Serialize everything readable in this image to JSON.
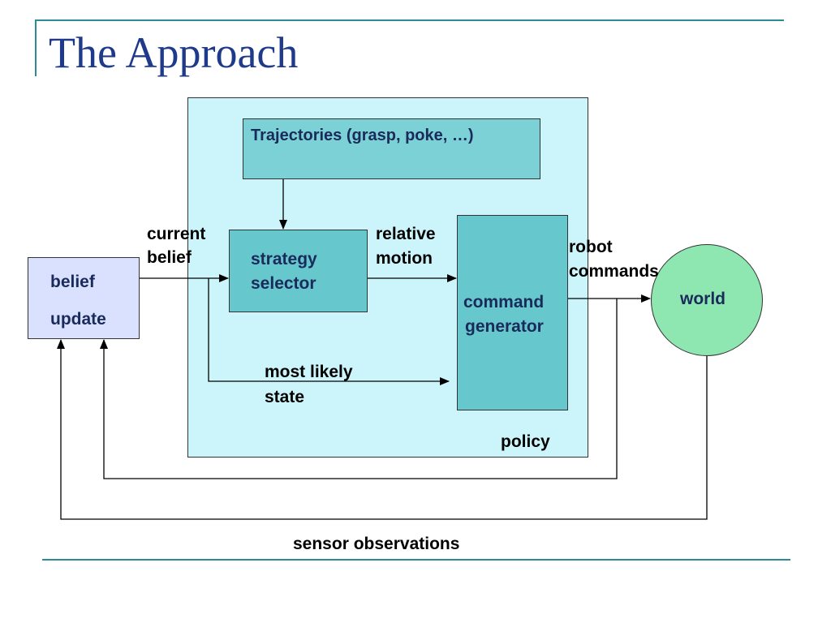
{
  "slide": {
    "title": "The Approach"
  },
  "diagram": {
    "policy": {
      "label": "policy"
    },
    "trajectories": {
      "label": "Trajectories (grasp, poke, …)"
    },
    "strategy_selector": {
      "line1": "strategy",
      "line2": "selector"
    },
    "command_generator": {
      "line1": "command",
      "line2": "generator"
    },
    "belief_update": {
      "line1": "belief",
      "line2": "update"
    },
    "world": {
      "label": "world"
    },
    "edges": {
      "current_belief": {
        "line1": "current",
        "line2": "belief"
      },
      "relative_motion": {
        "line1": "relative",
        "line2": "motion"
      },
      "robot_commands": {
        "line1": "robot",
        "line2": "commands"
      },
      "most_likely_state": {
        "line1": "most likely",
        "line2": "state"
      },
      "sensor_observations": {
        "label": "sensor observations"
      }
    }
  },
  "colors": {
    "title": "#1f3a8a",
    "rule": "#2c8c95",
    "policy_fill": "#ccf5fb",
    "trajectories_fill": "#7cd1d6",
    "module_fill": "#66c7cc",
    "belief_fill": "#d9e1ff",
    "world_fill": "#8ee6b0"
  }
}
